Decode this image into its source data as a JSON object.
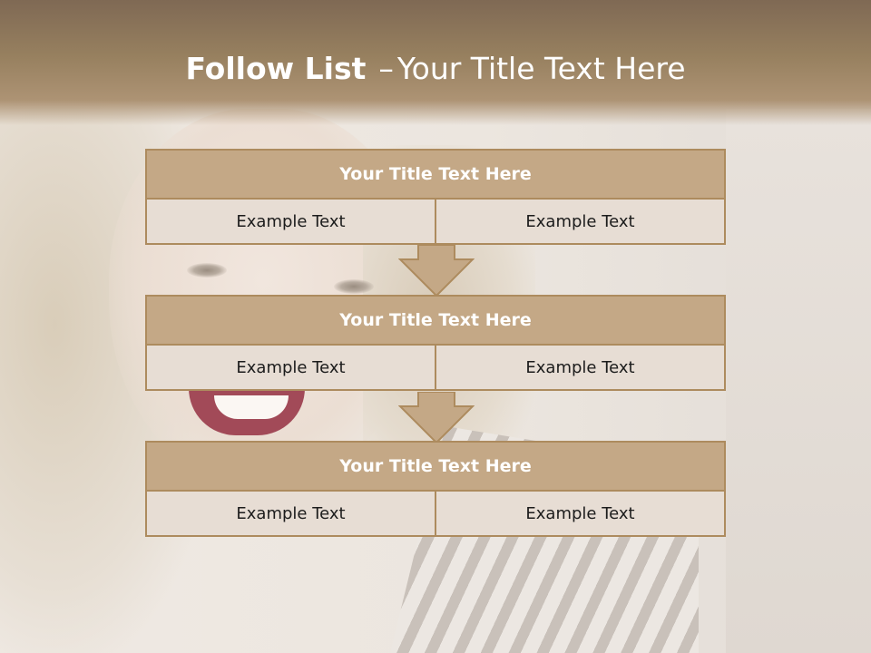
{
  "slide": {
    "title_strong": "Follow List",
    "title_dash": "–",
    "title_rest": "Your Title Text Here"
  },
  "blocks": [
    {
      "title": "Your Title Text Here",
      "left": "Example Text",
      "right": "Example Text"
    },
    {
      "title": "Your Title Text Here",
      "left": "Example Text",
      "right": "Example Text"
    },
    {
      "title": "Your Title Text Here",
      "left": "Example Text",
      "right": "Example Text"
    }
  ],
  "colors": {
    "header": "#97805f",
    "box_title_fill": "#c4a886",
    "box_cell_fill": "#e7ddd4",
    "border": "#ad8b5e"
  }
}
